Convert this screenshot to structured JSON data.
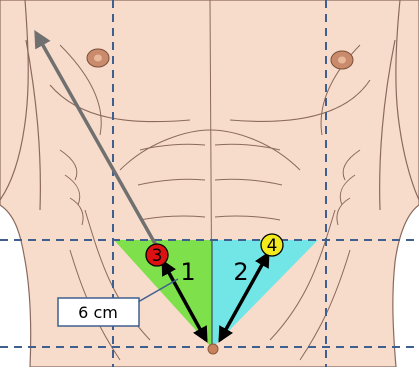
{
  "diagram": {
    "colors": {
      "skin": "#f7dccb",
      "skin_shadow": "#e9c3ad",
      "outline": "#8b6a5d",
      "guide_line": "#3f5f8f",
      "zone_1": "#7ee04a",
      "zone_2": "#72e6e6",
      "port_3": "#dd1111",
      "port_4": "#f2ea1c",
      "arrow_gray": "#707070",
      "arrow_black": "#000000",
      "navel": "#c8825c"
    },
    "zones": [
      {
        "id": "zone-1",
        "label": "1"
      },
      {
        "id": "zone-2",
        "label": "2"
      }
    ],
    "ports": [
      {
        "id": "port-3",
        "label": "3"
      },
      {
        "id": "port-4",
        "label": "4"
      }
    ],
    "measurement": {
      "label": "6 cm"
    }
  }
}
